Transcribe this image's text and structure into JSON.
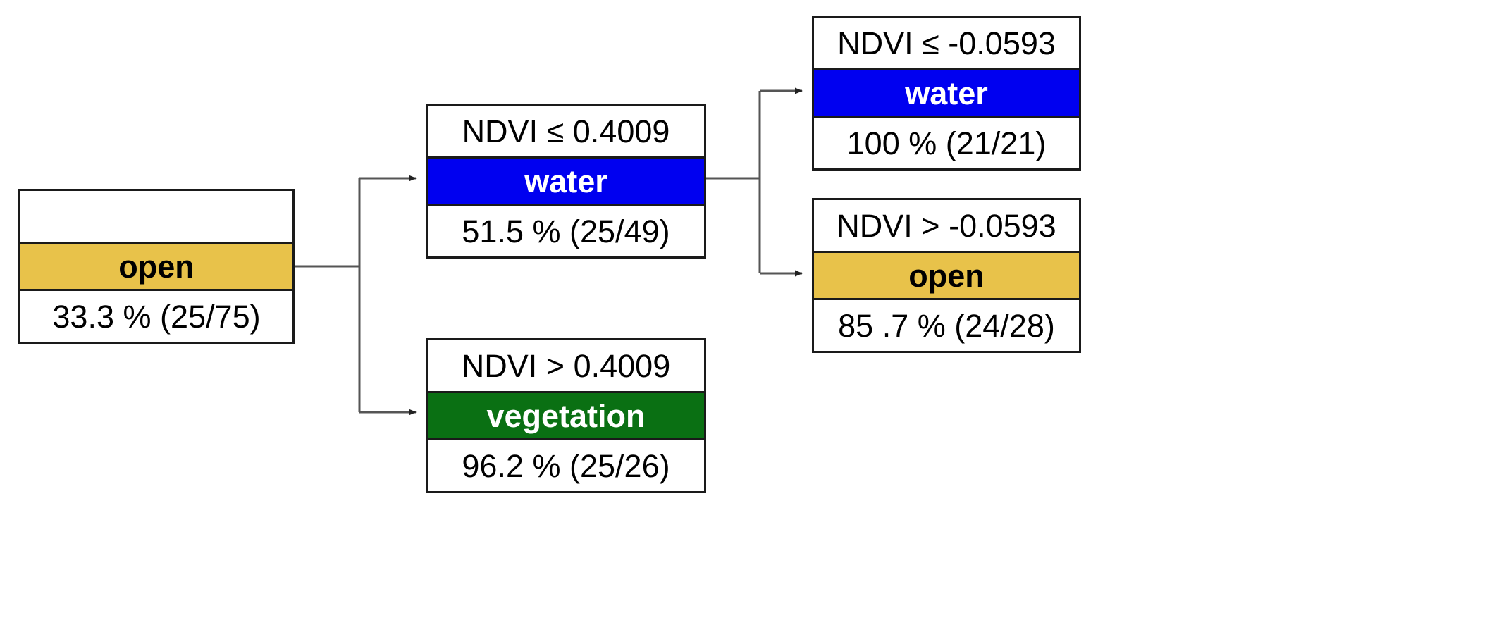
{
  "diagram": {
    "type": "decision-tree",
    "title": "",
    "colors": {
      "water": "#0000f0",
      "open": "#e8c24a",
      "vegetation": "#0a7013",
      "border": "#1a1a1a",
      "edge": "#555555",
      "background": "#ffffff"
    },
    "nodes": [
      {
        "id": "root",
        "condition": "",
        "class_label": "open",
        "class_key": "open",
        "stat": "33.3 % (25/75)",
        "percent": 33.3,
        "correct": 25,
        "total": 75
      },
      {
        "id": "water-mid",
        "condition": "NDVI ≤ 0.4009",
        "class_label": "water",
        "class_key": "water",
        "stat": "51.5 % (25/49)",
        "percent": 51.5,
        "correct": 25,
        "total": 49
      },
      {
        "id": "vegetation",
        "condition": "NDVI > 0.4009",
        "class_label": "vegetation",
        "class_key": "vegetation",
        "stat": "96.2 % (25/26)",
        "percent": 96.2,
        "correct": 25,
        "total": 26
      },
      {
        "id": "water-leaf",
        "condition": "NDVI ≤ -0.0593",
        "class_label": "water",
        "class_key": "water",
        "stat": "100 % (21/21)",
        "percent": 100,
        "correct": 21,
        "total": 21
      },
      {
        "id": "open-leaf",
        "condition": "NDVI > -0.0593",
        "class_label": "open",
        "class_key": "open",
        "stat": "85 .7 % (24/28)",
        "percent": 85.7,
        "correct": 24,
        "total": 28
      }
    ],
    "edges": [
      {
        "from": "root",
        "to": "water-mid"
      },
      {
        "from": "root",
        "to": "vegetation"
      },
      {
        "from": "water-mid",
        "to": "water-leaf"
      },
      {
        "from": "water-mid",
        "to": "open-leaf"
      }
    ]
  }
}
